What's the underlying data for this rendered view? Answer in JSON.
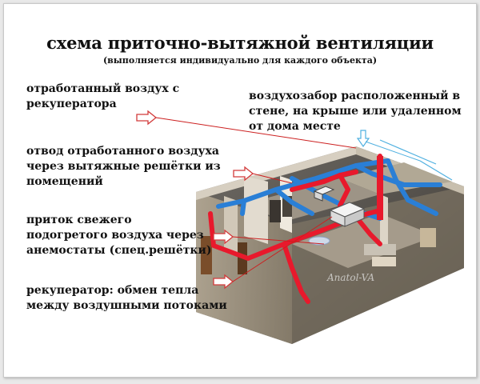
{
  "title": "схема приточно-вытяжной вентиляции",
  "subtitle": "(выполняется индивидуально для каждого объекта)",
  "labels": {
    "exhaust_from_recuperator": [
      "отработанный воздух с",
      "рекуператора"
    ],
    "air_intake": [
      "воздухозабор расположенный в",
      "стене, на крыше или удаленном",
      "от дома месте"
    ],
    "exhaust_removal": [
      "отвод отработанного воздуха",
      "через вытяжные решётки из",
      "помещений"
    ],
    "fresh_supply": [
      "приток свежего",
      "подогретого  воздуха через",
      "анемостаты (спец.решётки)"
    ],
    "recuperator": [
      "рекуператор:   обмен тепла",
      "между воздушными потоками"
    ]
  },
  "watermark": "Anatol-VA",
  "colors": {
    "supply_duct": "#e8192c",
    "return_duct": "#2a7fd6",
    "arrow_outline": "#d23a3a",
    "pointer_line": "#cc1f1f",
    "intake_arrow": "#4fb0e0",
    "recuperator_box": "#f4f4f4"
  }
}
